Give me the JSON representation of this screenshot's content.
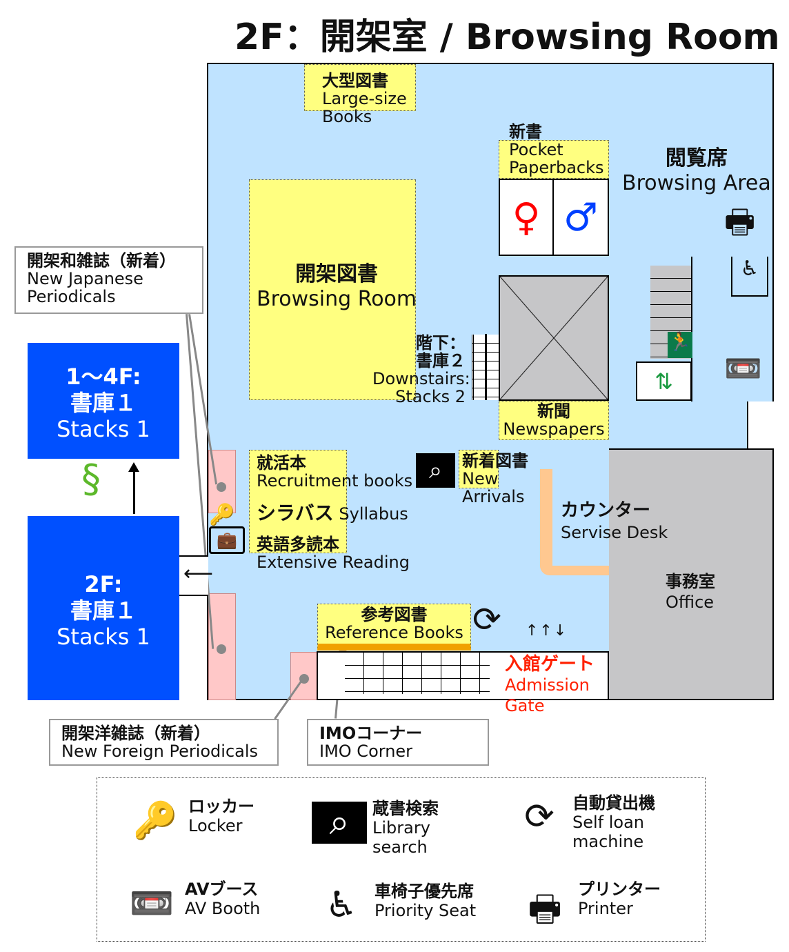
{
  "title": "2F：開架室 / Browsing Room",
  "areas": {
    "large_books": {
      "jp": "大型図書",
      "en1": "Large-size",
      "en2": "Books"
    },
    "pocket": {
      "jp": "新書",
      "en1": "Pocket",
      "en2": "Paperbacks"
    },
    "browsing_area": {
      "jp": "閲覧席",
      "en": "Browsing Area"
    },
    "browsing_room": {
      "jp": "開架図書",
      "en": "Browsing Room"
    },
    "downstairs": {
      "jp1": "階下：",
      "jp2": "書庫２",
      "en1": "Downstairs:",
      "en2": "Stacks 2"
    },
    "newspapers": {
      "jp": "新聞",
      "en": "Newspapers"
    },
    "recruitment": {
      "jp": "就活本",
      "en": "Recruitment books"
    },
    "syllabus": {
      "jp": "シラバス",
      "en": "Syllabus"
    },
    "extensive": {
      "jp": "英語多読本",
      "en": "Extensive Reading"
    },
    "new_arrivals": {
      "jp": "新着図書",
      "en1": "New",
      "en2": "Arrivals"
    },
    "counter": {
      "jp": "カウンター",
      "en": "Servise Desk"
    },
    "office": {
      "jp": "事務室",
      "en": "Office"
    },
    "reference": {
      "jp": "参考図書",
      "en": "Reference Books"
    },
    "gate": {
      "jp": "入館ゲート",
      "en1": "Admission",
      "en2": "Gate"
    },
    "stacks_upper": {
      "l1": "1～4F:",
      "l2": "書庫１",
      "l3": "Stacks 1"
    },
    "stacks_lower": {
      "l1": "2F:",
      "l2": "書庫１",
      "l3": "Stacks 1"
    },
    "jp_periodicals": {
      "jp": "開架和雑誌（新着）",
      "en1": "New Japanese",
      "en2": "Periodicals"
    },
    "foreign_periodicals": {
      "jp": "開架洋雑誌（新着）",
      "en": "New Foreign Periodicals"
    },
    "imo": {
      "jp": "IMOコーナー",
      "en": "IMO Corner"
    }
  },
  "legend": [
    {
      "icon": "locker-icon",
      "jp": "ロッカー",
      "en1": "Locker",
      "en2": ""
    },
    {
      "icon": "library-search-icon",
      "jp": "蔵書検索",
      "en1": "Library",
      "en2": "search"
    },
    {
      "icon": "self-loan-icon",
      "jp": "自動貸出機",
      "en1": "Self loan",
      "en2": "machine"
    },
    {
      "icon": "av-booth-icon",
      "jp": "AVブース",
      "en1": "AV Booth",
      "en2": ""
    },
    {
      "icon": "priority-seat-icon",
      "jp": "車椅子優先席",
      "en1": "Priority Seat",
      "en2": ""
    },
    {
      "icon": "printer-icon",
      "jp": "プリンター",
      "en1": "Printer",
      "en2": ""
    }
  ],
  "colors": {
    "floor": "#bfe3ff",
    "shelf": "#ffff80",
    "stacks": "#0050ff",
    "gate_text": "#ff2000",
    "gray": "#c6c6c8"
  }
}
